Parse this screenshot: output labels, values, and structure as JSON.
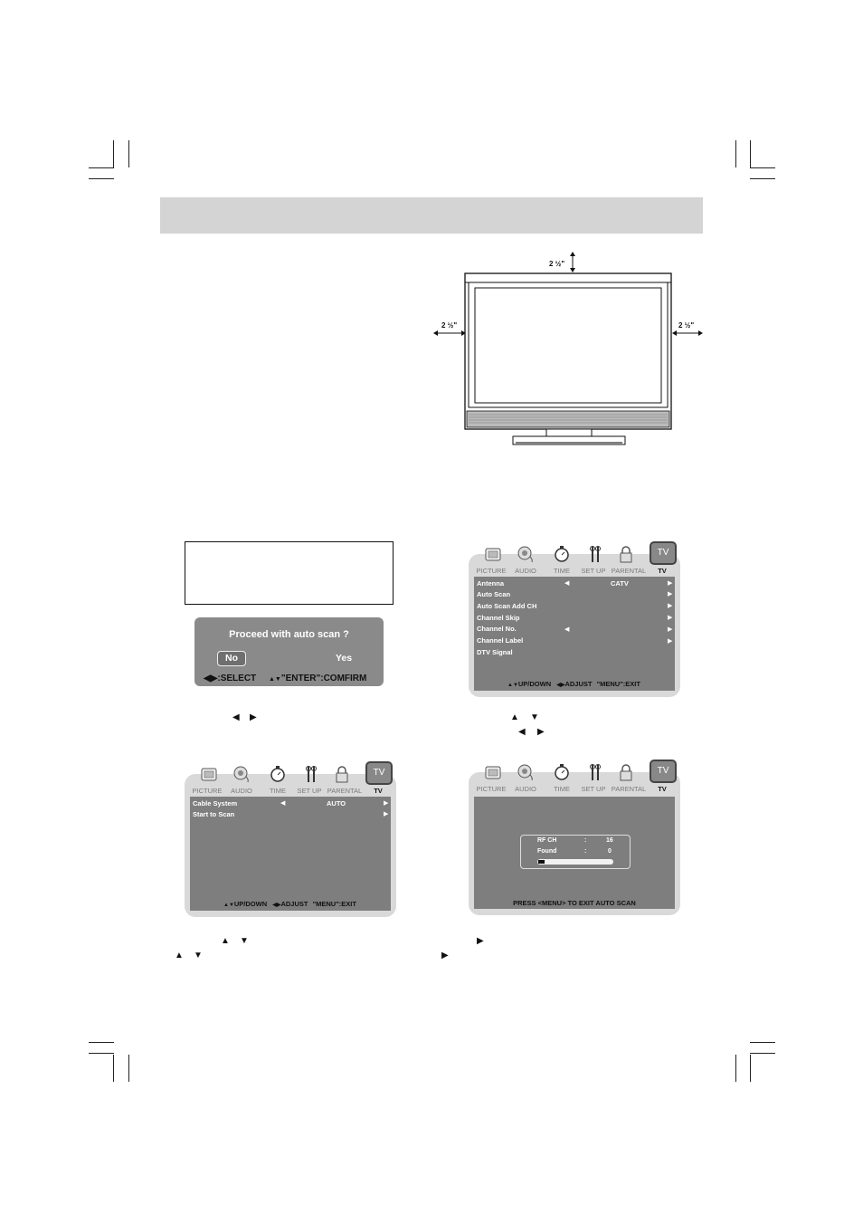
{
  "tv_diagram": {
    "top_clearance": "2 ½\"",
    "left_clearance": "2 ½\"",
    "right_clearance": "2 ½\""
  },
  "dialog": {
    "question": "Proceed with auto scan ?",
    "no_label": "No",
    "yes_label": "Yes",
    "select_hint": ":SELECT",
    "confirm_hint": "\"ENTER\":COMFIRM"
  },
  "tabs": [
    "PICTURE",
    "AUDIO",
    "TIME",
    "SET UP",
    "PARENTAL",
    "TV"
  ],
  "tv_menu": {
    "rows": [
      {
        "label": "Antenna",
        "value": "CATV"
      },
      {
        "label": "Auto Scan",
        "value": ""
      },
      {
        "label": "Auto Scan Add CH",
        "value": ""
      },
      {
        "label": "Channel Skip",
        "value": ""
      },
      {
        "label": "Channel No.",
        "value": ""
      },
      {
        "label": "Channel Label",
        "value": ""
      },
      {
        "label": "DTV Signal",
        "value": ""
      }
    ],
    "footer": "UP/DOWN",
    "footer_adjust": "ADJUST",
    "footer_exit": "\"MENU\":EXIT"
  },
  "cable_menu": {
    "rows": [
      {
        "label": "Cable System",
        "value": "AUTO"
      },
      {
        "label": "Start to Scan",
        "value": ""
      }
    ],
    "footer": "UP/DOWN",
    "footer_adjust": "ADJUST",
    "footer_exit": "\"MENU\":EXIT"
  },
  "scan_menu": {
    "rf_label": "RF CH",
    "rf_value": "16",
    "found_label": "Found",
    "found_value": "0",
    "separator": ":",
    "progress": 0.08,
    "footer": "PRESS <MENU> TO EXIT AUTO SCAN"
  },
  "tv_icon_text": "TV"
}
